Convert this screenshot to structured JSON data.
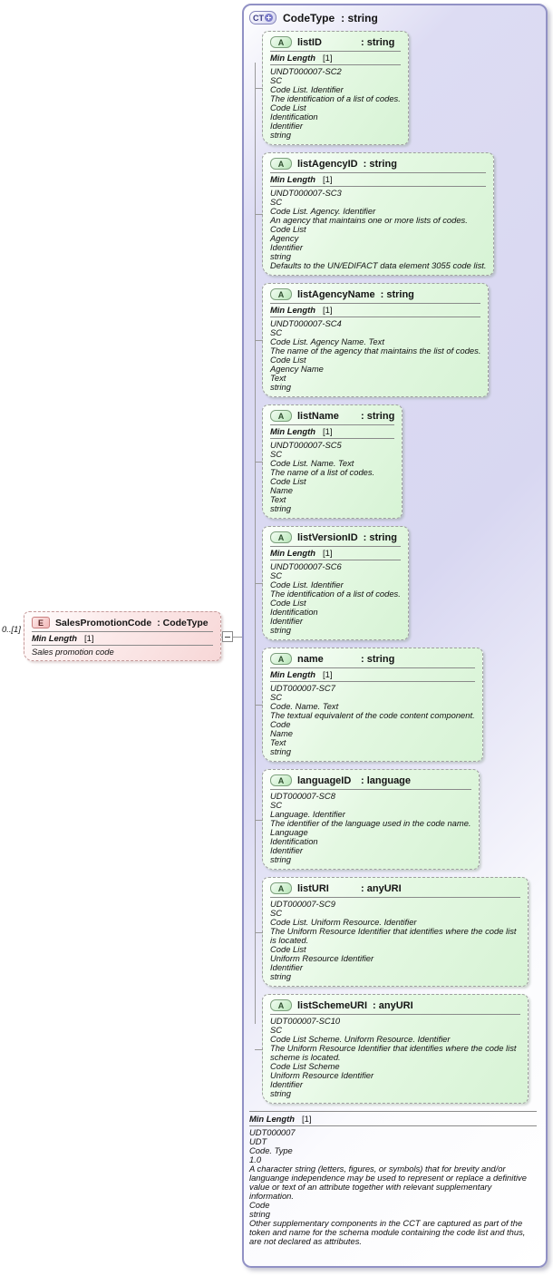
{
  "colors": {
    "complex_type_fill": "#d8d7f1",
    "complex_type_border": "#9191c5",
    "attribute_fill": "#d7f3d5",
    "attribute_border": "#9f9f9f",
    "element_fill": "#f7d7d7",
    "element_border": "#c59a9a",
    "connector": "#9a9a9a"
  },
  "element": {
    "icon_label": "E",
    "cardinality": "0..[1]",
    "name": "SalesPromotionCode",
    "type": "CodeType",
    "facet_name": "Min Length",
    "facet_value": "[1]",
    "doc": [
      "Sales promotion code"
    ]
  },
  "complex_type": {
    "icon_label": "CT",
    "name": "CodeType",
    "type": "string",
    "attribute_icon_label": "A",
    "attributes": [
      {
        "name": "listID",
        "type": "string",
        "facet_name": "Min Length",
        "facet_value": "[1]",
        "doc": [
          "UNDT000007-SC2",
          "SC",
          "Code List. Identifier",
          "The identification of a list of codes.",
          "Code List",
          "Identification",
          "Identifier",
          "string"
        ]
      },
      {
        "name": "listAgencyID",
        "type": "string",
        "facet_name": "Min Length",
        "facet_value": "[1]",
        "doc": [
          "UNDT000007-SC3",
          "SC",
          "Code List. Agency. Identifier",
          "An agency that maintains one or more lists of codes.",
          "Code List",
          "Agency",
          "Identifier",
          "string",
          "Defaults to the UN/EDIFACT data element 3055 code list."
        ]
      },
      {
        "name": "listAgencyName",
        "type": "string",
        "facet_name": "Min Length",
        "facet_value": "[1]",
        "doc": [
          "UNDT000007-SC4",
          "SC",
          "Code List. Agency Name. Text",
          "The name of the agency that maintains the list of codes.",
          "Code List",
          "Agency Name",
          "Text",
          "string"
        ]
      },
      {
        "name": "listName",
        "type": "string",
        "facet_name": "Min Length",
        "facet_value": "[1]",
        "doc": [
          "UNDT000007-SC5",
          "SC",
          "Code List. Name. Text",
          "The name of a list of codes.",
          "Code List",
          "Name",
          "Text",
          "string"
        ]
      },
      {
        "name": "listVersionID",
        "type": "string",
        "facet_name": "Min Length",
        "facet_value": "[1]",
        "doc": [
          "UNDT000007-SC6",
          "SC",
          "Code List. Identifier",
          "The identification of a list of codes.",
          "Code List",
          "Identification",
          "Identifier",
          "string"
        ]
      },
      {
        "name": "name",
        "type": "string",
        "facet_name": "Min Length",
        "facet_value": "[1]",
        "doc": [
          "UDT000007-SC7",
          "SC",
          "Code. Name. Text",
          "The textual equivalent of the code content component.",
          "Code",
          "Name",
          "Text",
          "string"
        ]
      },
      {
        "name": "languageID",
        "type": "language",
        "doc": [
          "UDT000007-SC8",
          "SC",
          "Language. Identifier",
          "The identifier of the language used in the code name.",
          "Language",
          "Identification",
          "Identifier",
          "string"
        ]
      },
      {
        "name": "listURI",
        "type": "anyURI",
        "doc": [
          "UDT000007-SC9",
          "SC",
          "Code List. Uniform Resource. Identifier",
          "The Uniform Resource Identifier that identifies where the code list is located.",
          "Code List",
          "Uniform Resource Identifier",
          "Identifier",
          "string"
        ]
      },
      {
        "name": "listSchemeURI",
        "type": "anyURI",
        "doc": [
          "UDT000007-SC10",
          "SC",
          "Code List Scheme. Uniform Resource. Identifier",
          "The Uniform Resource Identifier that identifies where the code list scheme is located.",
          "Code List Scheme",
          "Uniform Resource Identifier",
          "Identifier",
          "string"
        ]
      }
    ],
    "footer": {
      "facet_name": "Min Length",
      "facet_value": "[1]",
      "doc": [
        "UDT000007",
        "UDT",
        "Code. Type",
        "1.0",
        "A character string (letters, figures, or symbols) that for brevity and/or languange independence may be used to represent or replace a definitive value or text of an attribute together with relevant supplementary information.",
        "Code",
        "string",
        "Other supplementary components in the CCT are captured as part of the token and name for the schema module containing the code list and thus, are not declared as attributes."
      ]
    }
  }
}
